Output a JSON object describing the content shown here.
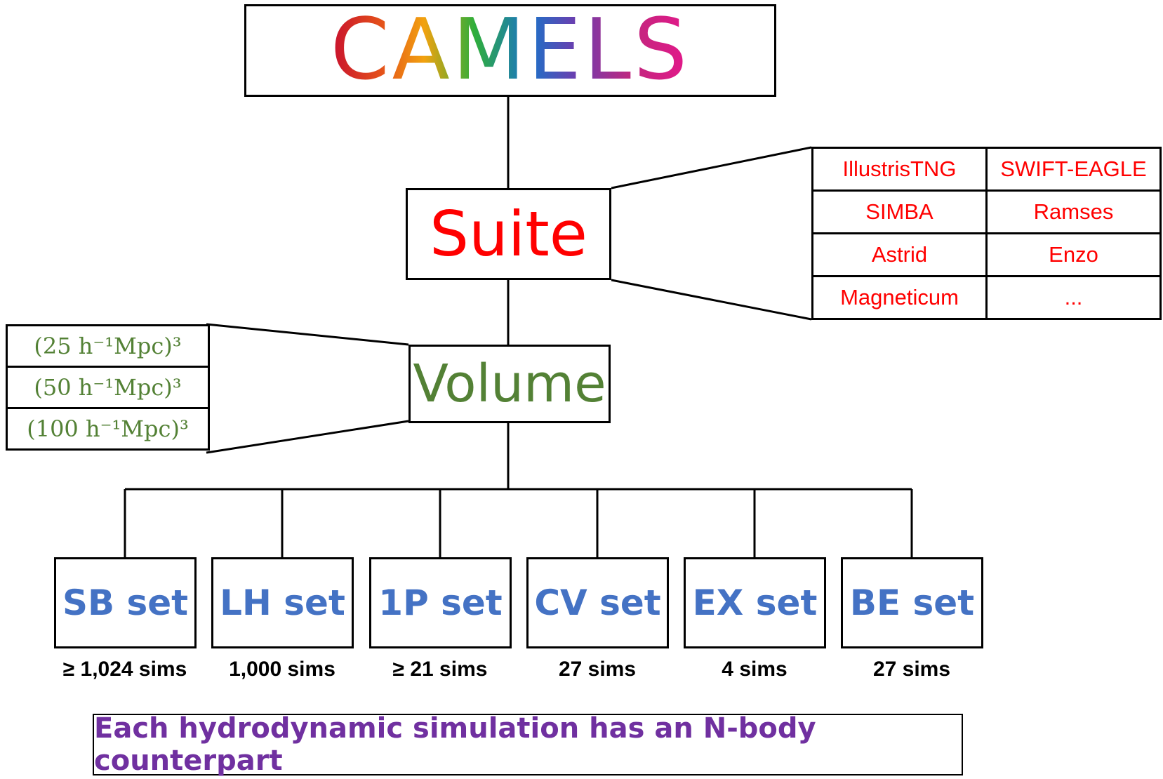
{
  "title": "CAMELS",
  "suite": {
    "label": "Suite",
    "items": [
      "IllustrisTNG",
      "SWIFT-EAGLE",
      "SIMBA",
      "Ramses",
      "Astrid",
      "Enzo",
      "Magneticum",
      "..."
    ]
  },
  "volume": {
    "label": "Volume",
    "items": [
      "(25 h⁻¹Mpc)³",
      "(50 h⁻¹Mpc)³",
      "(100 h⁻¹Mpc)³"
    ]
  },
  "sets": [
    {
      "label": "SB set",
      "count": "≥ 1,024 sims"
    },
    {
      "label": "LH set",
      "count": "1,000 sims"
    },
    {
      "label": "1P set",
      "count": "≥ 21 sims"
    },
    {
      "label": "CV set",
      "count": "27 sims"
    },
    {
      "label": "EX set",
      "count": "4 sims"
    },
    {
      "label": "BE set",
      "count": "27 sims"
    }
  ],
  "footer": "Each hydrodynamic simulation has an N-body counterpart",
  "colors": {
    "suite": "#ff0000",
    "volume": "#538135",
    "sets": "#4472c4",
    "footer": "#7030a0"
  }
}
